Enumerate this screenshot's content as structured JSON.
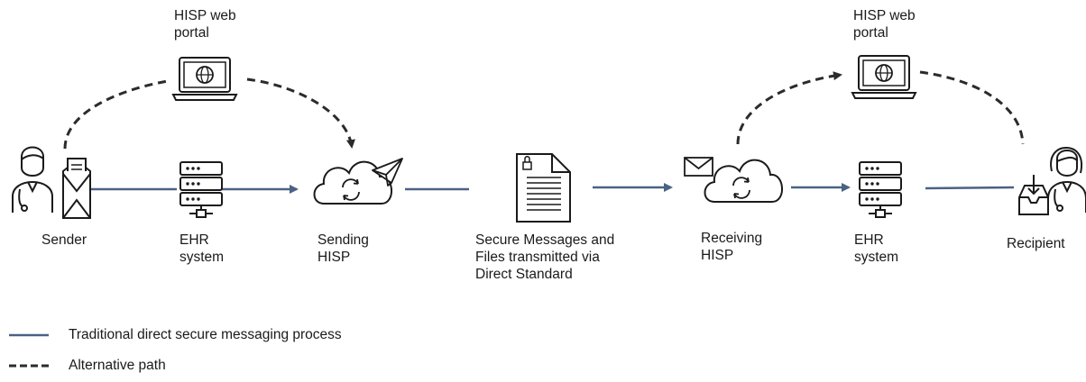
{
  "nodes": {
    "portal_left": {
      "label": "HISP web\nportal"
    },
    "portal_right": {
      "label": "HISP web\nportal"
    },
    "sender": {
      "label": "Sender"
    },
    "ehr_left": {
      "label": "EHR\nsystem"
    },
    "sending_hisp": {
      "label": "Sending\nHISP"
    },
    "document": {
      "label": "Secure Messages and\nFiles transmitted via\nDirect Standard"
    },
    "receiving_hisp": {
      "label": "Receiving\nHISP"
    },
    "ehr_right": {
      "label": "EHR\nsystem"
    },
    "recipient": {
      "label": "Recipient"
    }
  },
  "legend": {
    "solid": "Traditional direct secure messaging process",
    "dashed": "Alternative path"
  },
  "colors": {
    "solid_arrow": "#4a6283",
    "dashed_arrow": "#2b2b2b",
    "icon_stroke": "#1a1a1a"
  }
}
